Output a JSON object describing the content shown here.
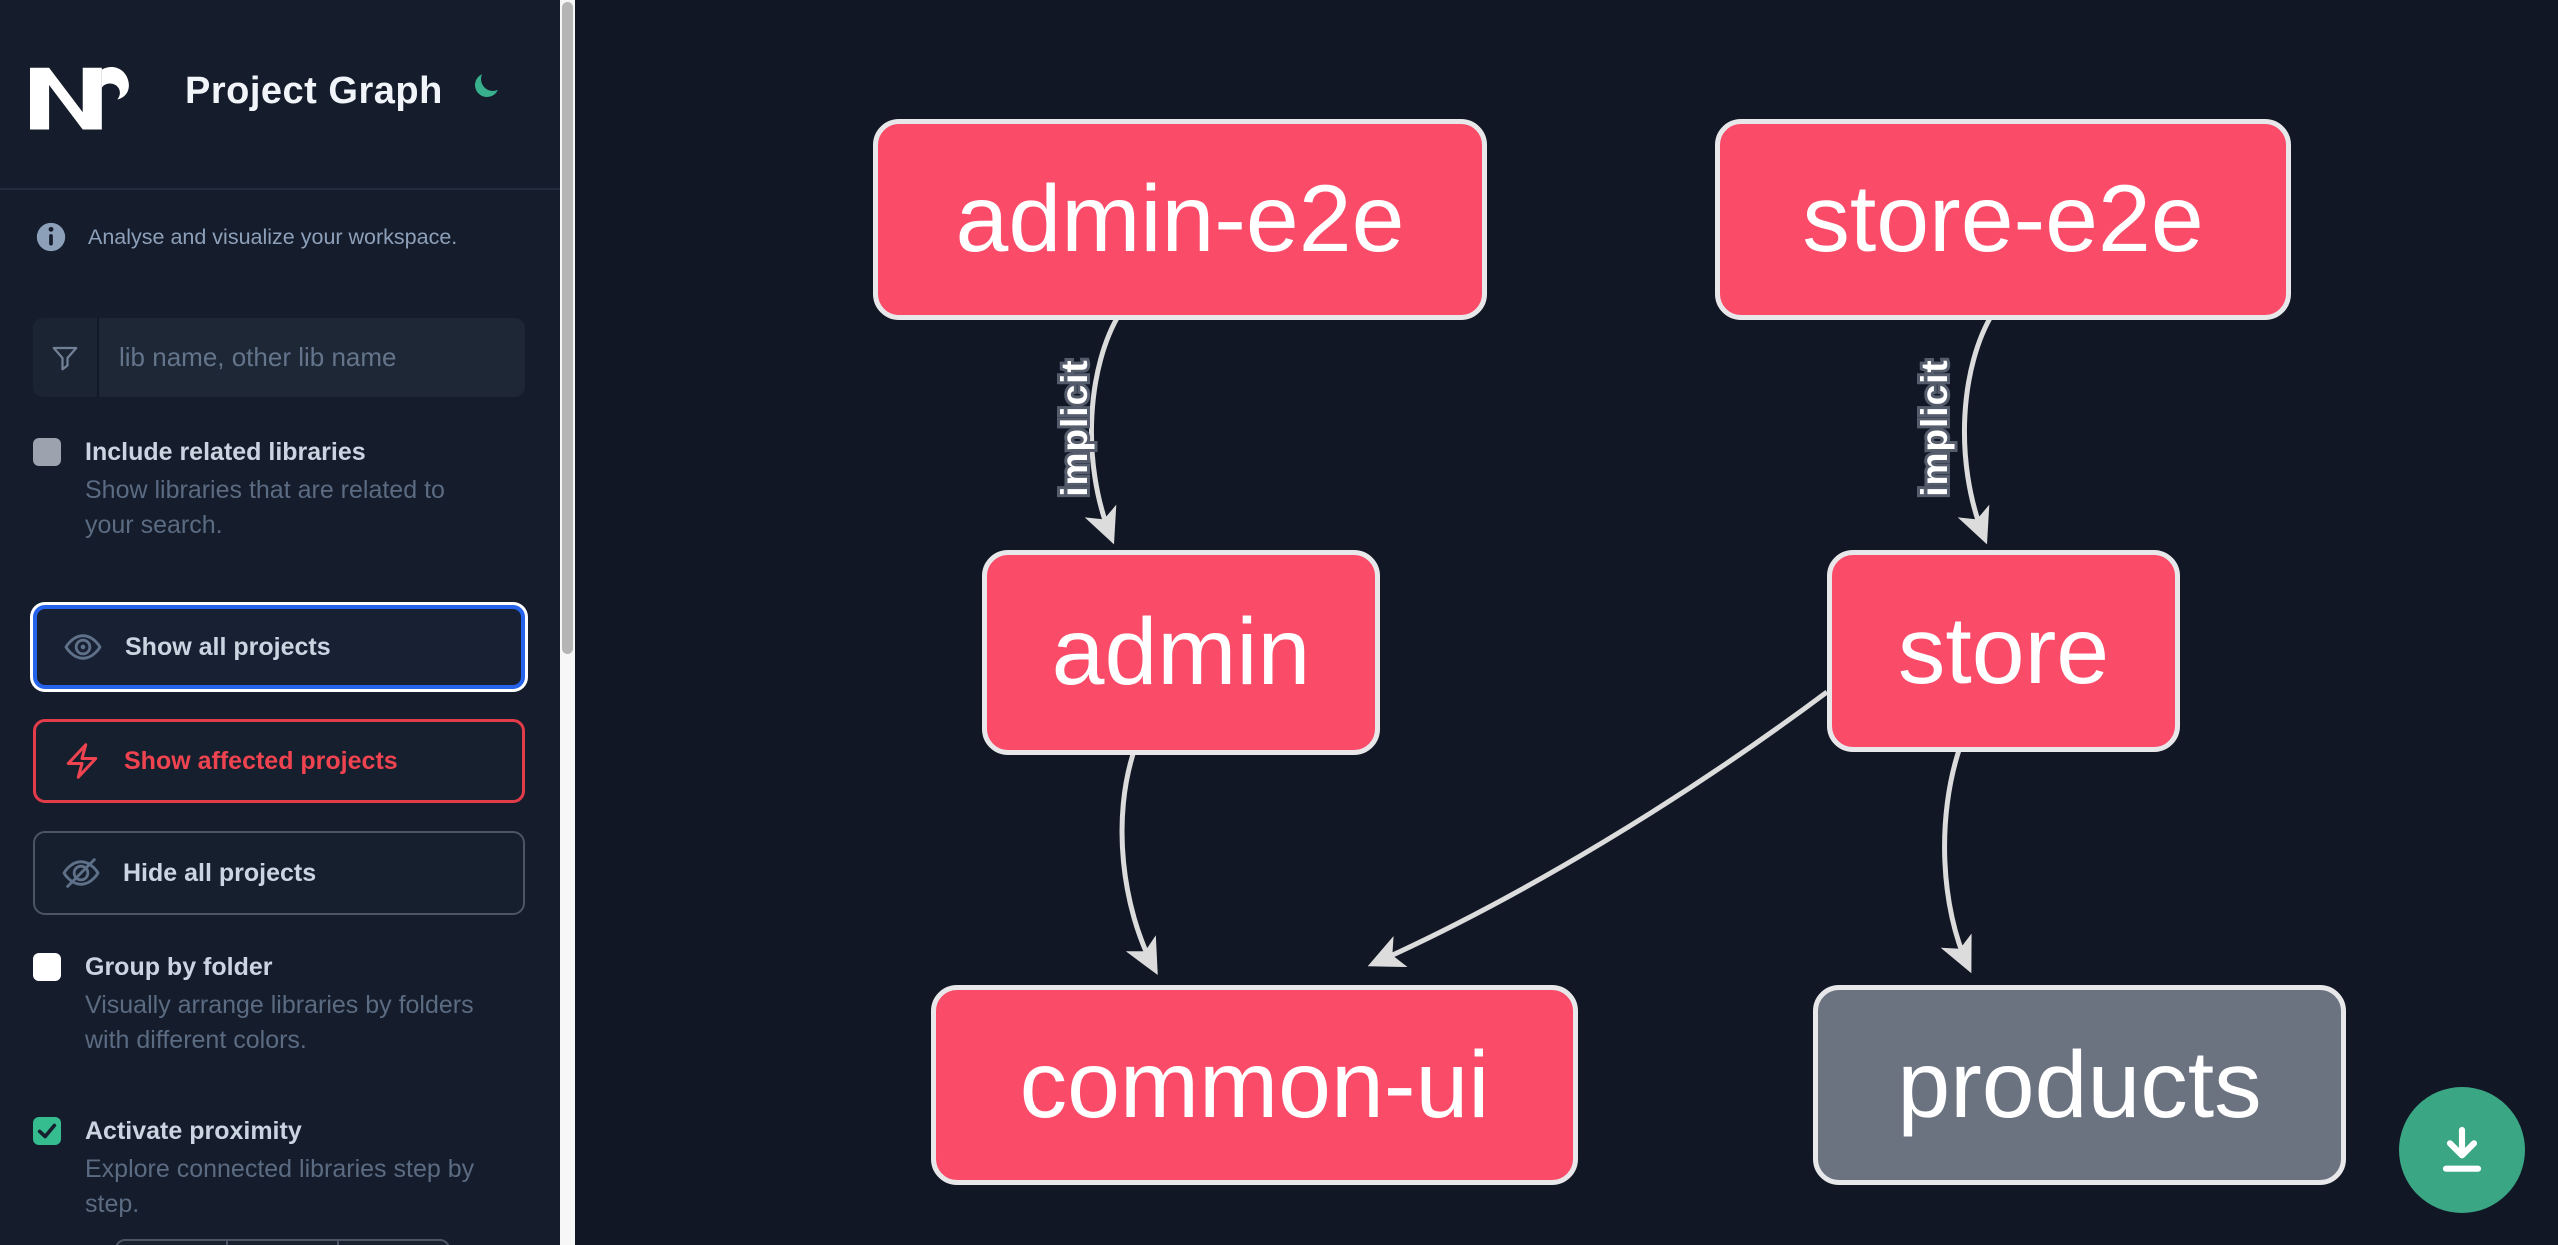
{
  "header": {
    "title": "Project Graph",
    "tagline": "Analyse and visualize your workspace."
  },
  "search": {
    "placeholder": "lib name, other lib name",
    "value": ""
  },
  "filters": {
    "include_related": {
      "label": "Include related libraries",
      "description": "Show libraries that are related to your search.",
      "checked": false
    }
  },
  "actions": {
    "show_all": "Show all projects",
    "show_affected": "Show affected projects",
    "hide_all": "Hide all projects"
  },
  "options": {
    "group_by_folder": {
      "label": "Group by folder",
      "description": "Visually arrange libraries by folders with different colors.",
      "checked": false
    },
    "activate_proximity": {
      "label": "Activate proximity",
      "description": "Explore connected libraries step by step.",
      "checked": true
    }
  },
  "graph": {
    "type": "directed-graph",
    "nodes": [
      {
        "id": "admin-e2e",
        "label": "admin-e2e",
        "kind": "affected"
      },
      {
        "id": "store-e2e",
        "label": "store-e2e",
        "kind": "affected"
      },
      {
        "id": "admin",
        "label": "admin",
        "kind": "affected"
      },
      {
        "id": "store",
        "label": "store",
        "kind": "affected"
      },
      {
        "id": "common-ui",
        "label": "common-ui",
        "kind": "affected"
      },
      {
        "id": "products",
        "label": "products",
        "kind": "default"
      }
    ],
    "edges": [
      {
        "source": "admin-e2e",
        "target": "admin",
        "label": "implicit"
      },
      {
        "source": "store-e2e",
        "target": "store",
        "label": "implicit"
      },
      {
        "source": "admin",
        "target": "common-ui",
        "label": ""
      },
      {
        "source": "store",
        "target": "common-ui",
        "label": ""
      },
      {
        "source": "store",
        "target": "products",
        "label": ""
      }
    ]
  },
  "colors": {
    "node_affected": "#fa4b69",
    "node_default": "#6b7280",
    "edge": "#dcdcdc",
    "focus_blue": "#2563eb",
    "danger_red": "#ef4350",
    "moon_green": "#38b08d",
    "fab_green": "#3aa684",
    "check_green": "#35bd90",
    "sidebar_bg": "#151c2b",
    "canvas_bg": "#111725"
  }
}
